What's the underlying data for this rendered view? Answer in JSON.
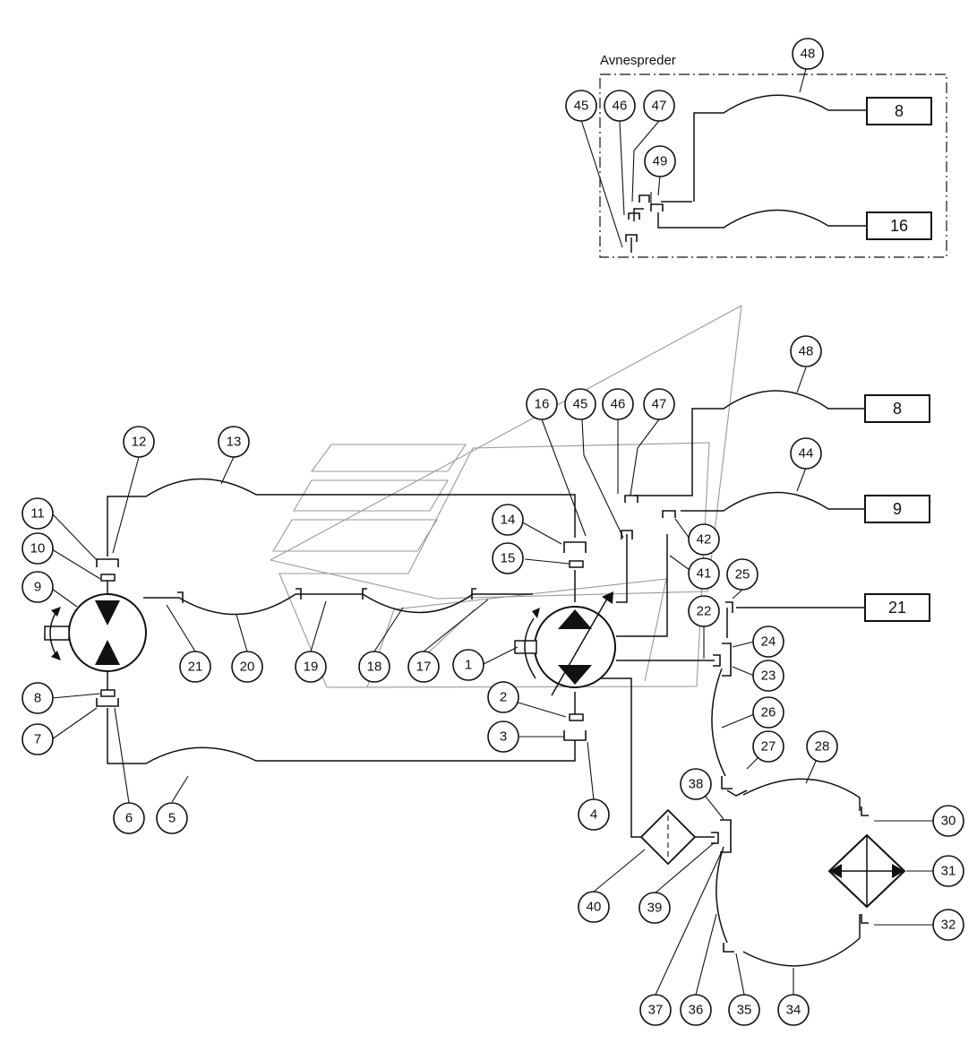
{
  "diagram": {
    "inset_title": "Avnespreder",
    "inset_callouts": [
      "45",
      "46",
      "47",
      "48",
      "49"
    ],
    "inset_boxes": [
      "8",
      "16"
    ],
    "main_callouts": [
      "1",
      "2",
      "3",
      "4",
      "5",
      "6",
      "7",
      "8",
      "9",
      "10",
      "11",
      "12",
      "13",
      "14",
      "15",
      "16",
      "17",
      "18",
      "19",
      "20",
      "21",
      "22",
      "23",
      "24",
      "25",
      "26",
      "27",
      "28",
      "30",
      "31",
      "32",
      "34",
      "35",
      "36",
      "37",
      "38",
      "39",
      "40",
      "41",
      "42",
      "44",
      "45",
      "46",
      "47",
      "48"
    ],
    "main_boxes": [
      "8",
      "9",
      "21"
    ]
  }
}
